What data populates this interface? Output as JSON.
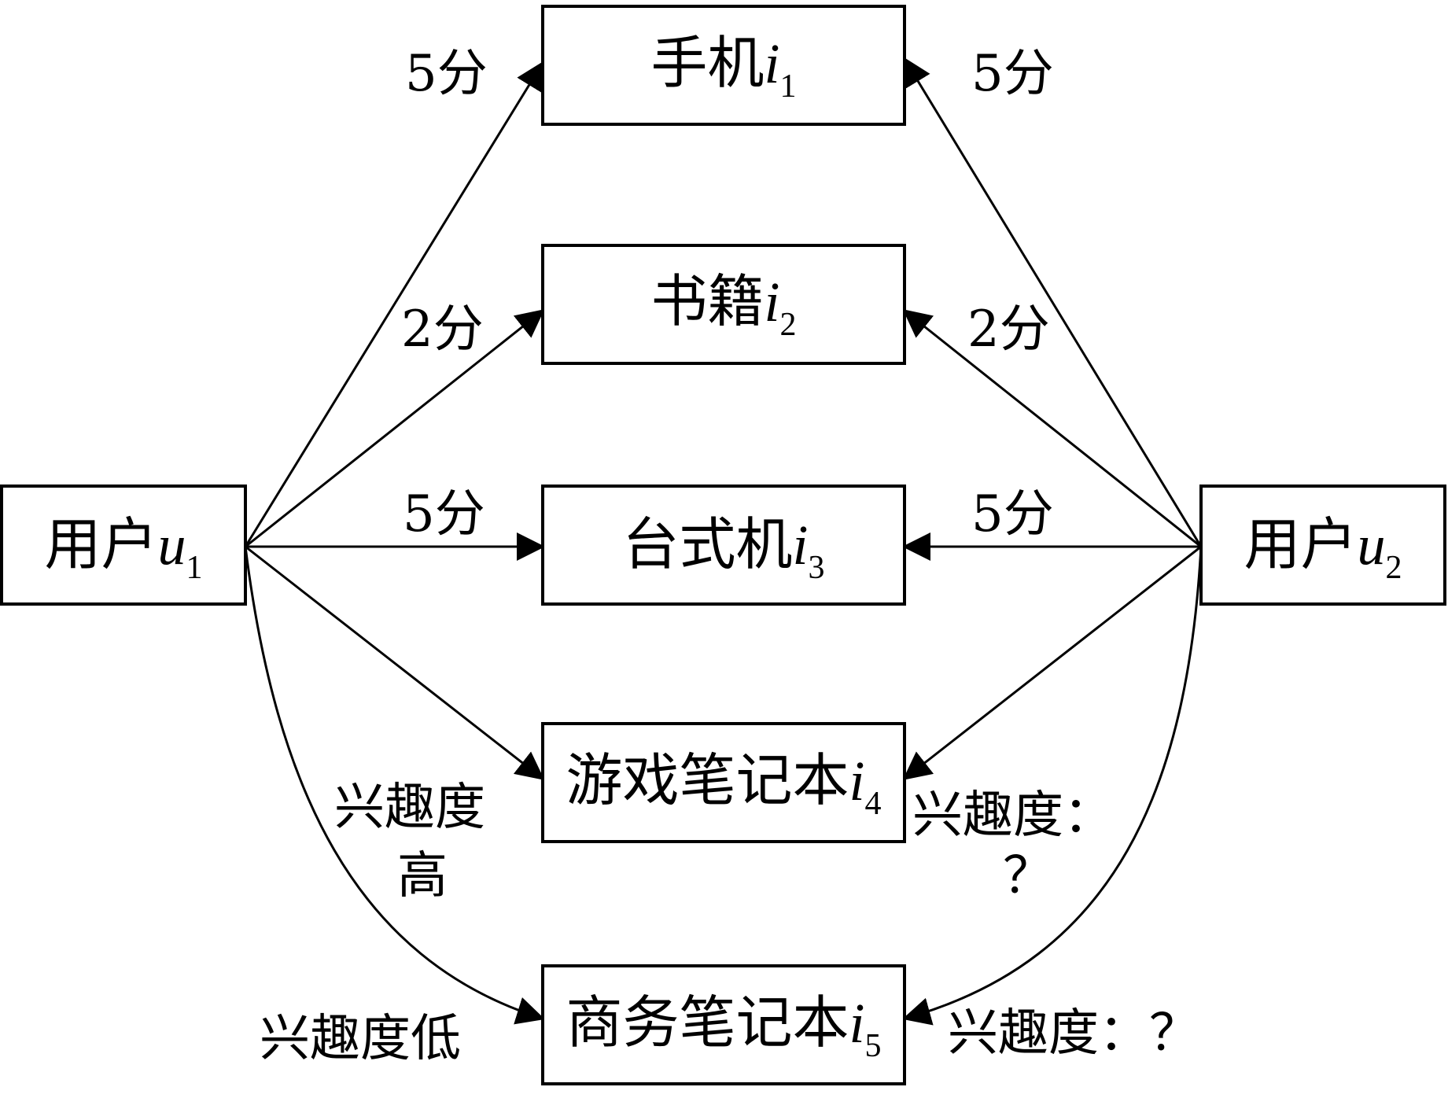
{
  "nodes": {
    "user1": {
      "prefix": "用户",
      "var": "u",
      "sub": "1"
    },
    "user2": {
      "prefix": "用户",
      "var": "u",
      "sub": "2"
    },
    "item1": {
      "prefix": "手机",
      "var": "i",
      "sub": "1"
    },
    "item2": {
      "prefix": "书籍",
      "var": "i",
      "sub": "2"
    },
    "item3": {
      "prefix": "台式机",
      "var": "i",
      "sub": "3"
    },
    "item4": {
      "prefix": "游戏笔记本",
      "var": "i",
      "sub": "4"
    },
    "item5": {
      "prefix": "商务笔记本",
      "var": "i",
      "sub": "5"
    }
  },
  "edges": {
    "u1_i1": "5分",
    "u1_i2": "2分",
    "u1_i3": "5分",
    "u1_i4_line1": "兴趣度",
    "u1_i4_line2": "高",
    "u1_i5": "兴趣度低",
    "u2_i1": "5分",
    "u2_i2": "2分",
    "u2_i3": "5分",
    "u2_i4_line1": "兴趣度：",
    "u2_i4_line2": "？",
    "u2_i5": "兴趣度：？"
  }
}
